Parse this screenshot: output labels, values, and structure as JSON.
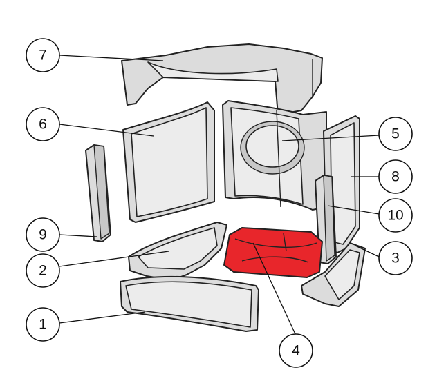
{
  "diagram": {
    "highlight_color": "#e8262b",
    "callouts": {
      "c1": "1",
      "c2": "2",
      "c3": "3",
      "c4": "4",
      "c5": "5",
      "c6": "6",
      "c7": "7",
      "c8": "8",
      "c9": "9",
      "c10": "10"
    }
  }
}
